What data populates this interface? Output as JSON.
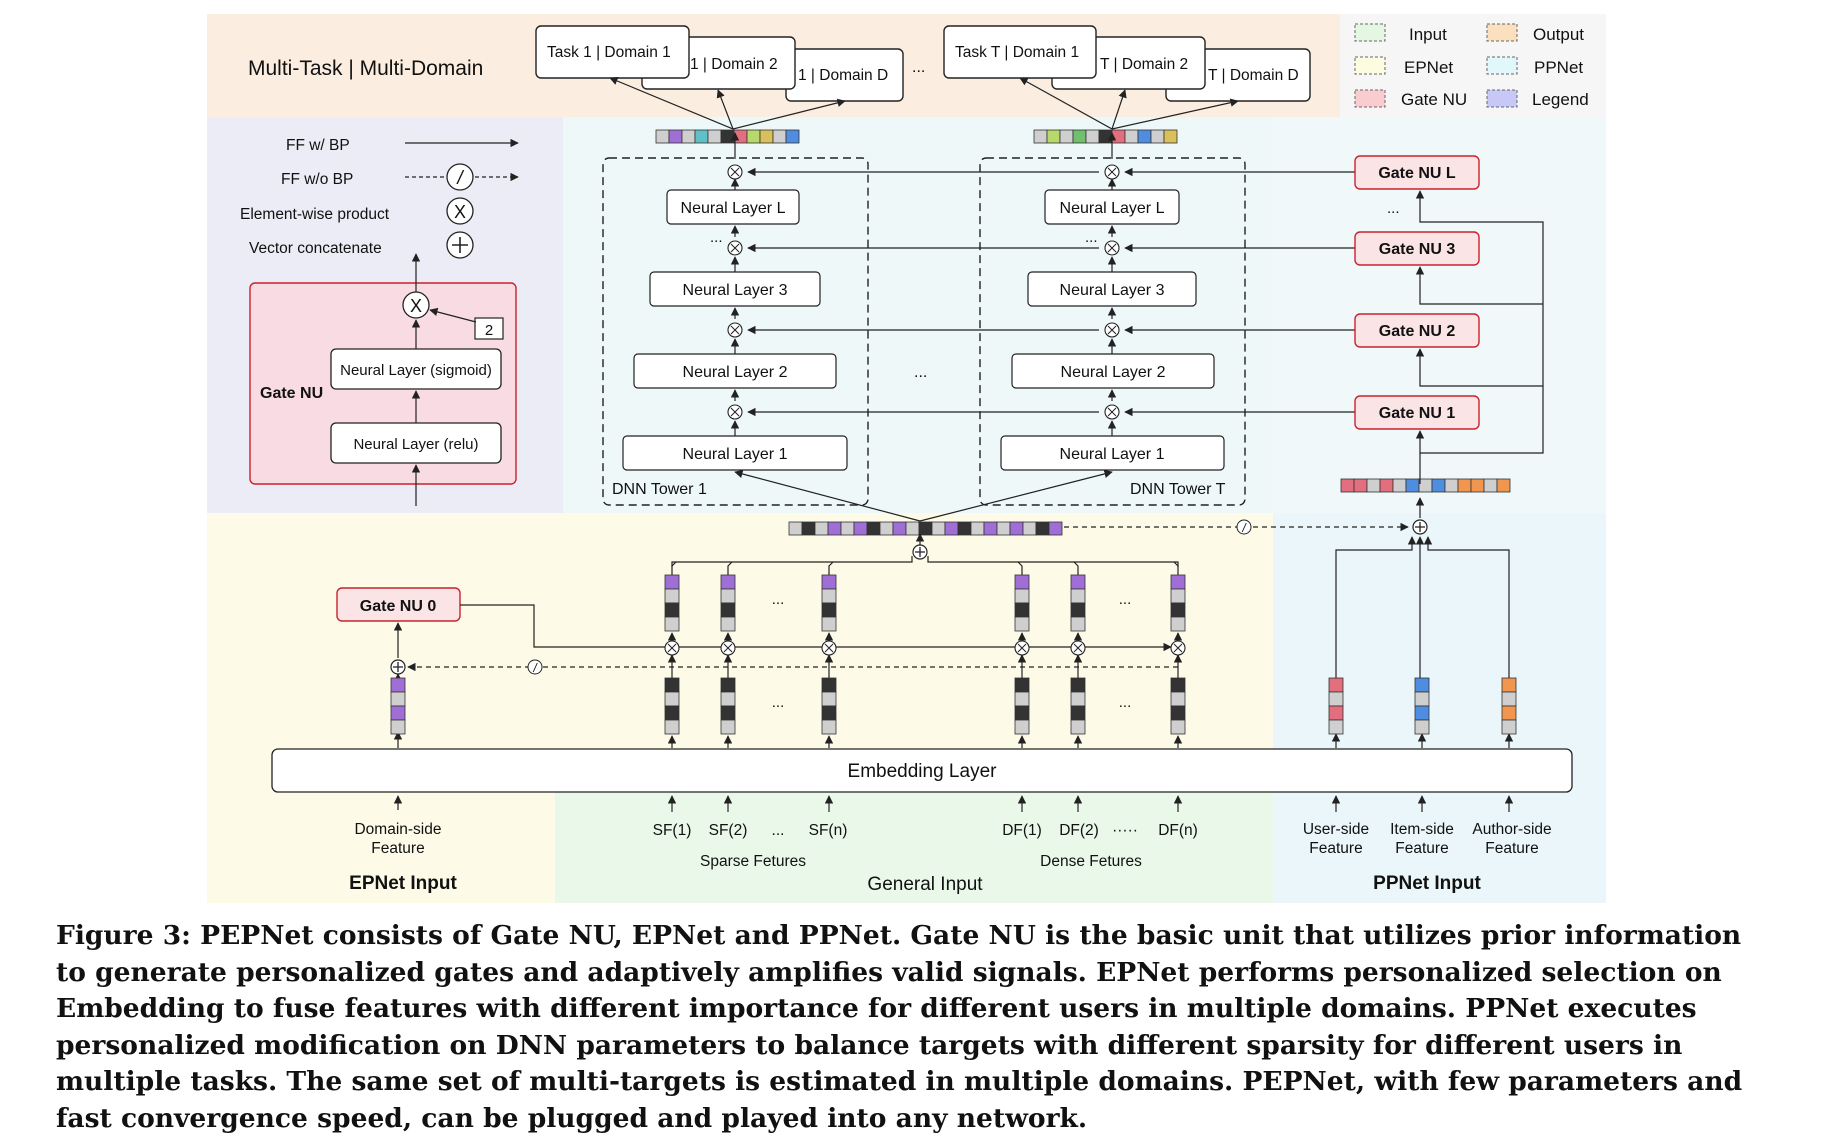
{
  "header": {
    "title": "Multi-Task | Multi-Domain",
    "tasks_a": [
      "Task 1 | Domain 1",
      "1 | Domain 2",
      "1 | Domain D"
    ],
    "tasks_b": [
      "Task T | Domain 1",
      "T | Domain 2",
      "T | Domain D"
    ],
    "ellipsis": "..."
  },
  "legend": {
    "items": [
      {
        "label": "Input",
        "color": "#e3f7e3"
      },
      {
        "label": "Output",
        "color": "#fbe0bf"
      },
      {
        "label": "EPNet",
        "color": "#fdfbe0"
      },
      {
        "label": "PPNet",
        "color": "#e2f7f9"
      },
      {
        "label": "Gate NU",
        "color": "#f9cdd0"
      },
      {
        "label": "Legend",
        "color": "#c8c8f7"
      }
    ]
  },
  "notation": {
    "ff_bp": "FF w/ BP",
    "ff_nobp": "FF w/o BP",
    "elementwise": "Element-wise product",
    "concat": "Vector concatenate",
    "gate_title": "Gate NU",
    "gate_layer_sigmoid": "Neural Layer (sigmoid)",
    "gate_layer_relu": "Neural Layer (relu)",
    "gate_scale": "2",
    "times_symbol": "X",
    "slash_symbol": "/",
    "plus_symbol": "+"
  },
  "towers": {
    "layers": [
      "Neural Layer L",
      "Neural Layer 3",
      "Neural Layer 2",
      "Neural Layer 1"
    ],
    "tower1": "DNN Tower 1",
    "towerT": "DNN Tower T",
    "dots": "...",
    "mid_dots": "..."
  },
  "ppnet": {
    "gates": [
      "Gate NU L",
      "Gate NU 3",
      "Gate NU 2",
      "Gate NU 1"
    ],
    "dots": "...",
    "inputs": [
      {
        "line1": "User-side",
        "line2": "Feature"
      },
      {
        "line1": "Item-side",
        "line2": "Feature"
      },
      {
        "line1": "Author-side",
        "line2": "Feature"
      }
    ],
    "section": "PPNet Input"
  },
  "epnet": {
    "gate0": "Gate NU 0",
    "input_line1": "Domain-side",
    "input_line2": "Feature",
    "section": "EPNet Input"
  },
  "general": {
    "embedding": "Embedding Layer",
    "sparse": [
      "SF(1)",
      "SF(2)",
      "SF(n)"
    ],
    "dense": [
      "DF(1)",
      "DF(2)",
      "DF(n)"
    ],
    "sparse_dots": "...",
    "dense_dots": "·····",
    "cell_dots": "...",
    "sparse_label": "Sparse Fetures",
    "dense_label": "Dense Fetures",
    "section": "General Input"
  },
  "caption": "Figure 3: PEPNet consists of Gate NU, EPNet and PPNet. Gate NU is the basic unit that utilizes prior information to generate personalized gates and adaptively amplifies valid signals. EPNet performs personalized selection on Embedding to fuse features with different importance for different users in multiple domains. PPNet executes personalized modification on DNN parameters to balance targets with different sparsity for different users in multiple tasks. The same set of multi-targets is estimated in multiple domains. PEPNet, with few parameters and fast convergence speed, can be plugged and played into any network."
}
